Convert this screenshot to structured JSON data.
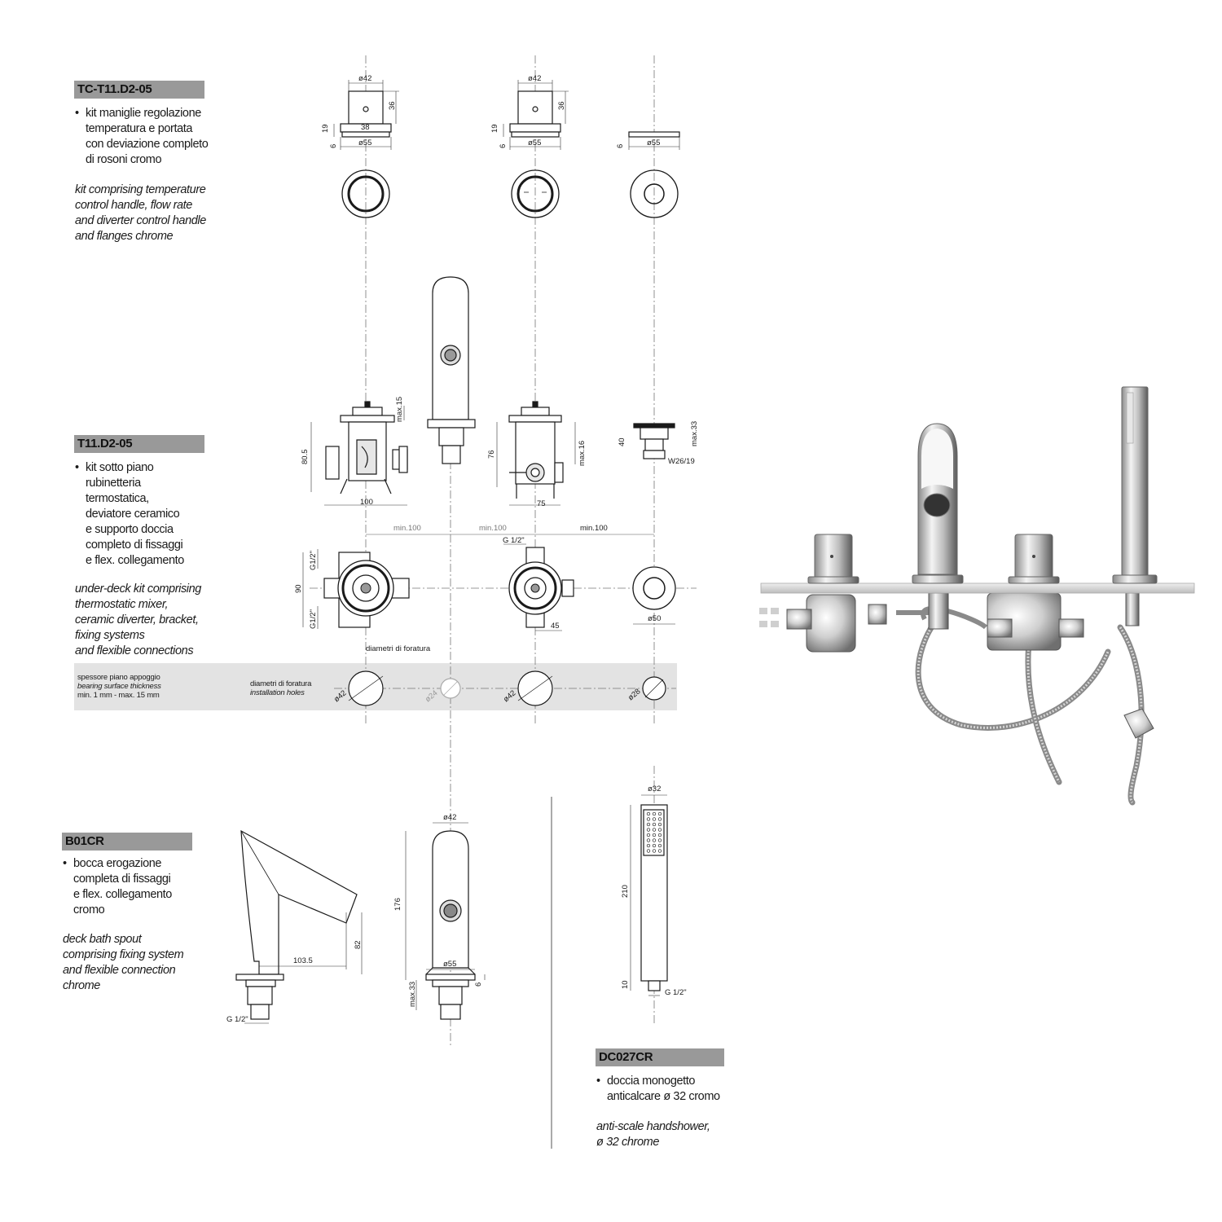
{
  "kit_handles": {
    "code": "TC-T11.D2-05",
    "it": [
      "kit maniglie regolazione",
      "temperatura e portata",
      "con deviazione completo",
      "di rosoni cromo"
    ],
    "en": [
      "kit comprising temperature",
      "control handle, flow rate",
      "and diverter control handle",
      "and flanges chrome"
    ]
  },
  "kit_underdeck": {
    "code": "T11.D2-05",
    "it": [
      "kit sotto piano",
      "rubinetteria",
      "termostatica,",
      "deviatore ceramico",
      "e supporto doccia",
      "completo di fissaggi",
      "e flex. collegamento"
    ],
    "en": [
      "under-deck kit comprising",
      "thermostatic mixer,",
      "ceramic diverter, bracket,",
      "fixing systems",
      "and flexible connections"
    ]
  },
  "spout": {
    "code": "B01CR",
    "it": [
      "bocca erogazione",
      "completa di fissaggi",
      "e flex. collegamento",
      "cromo"
    ],
    "en": [
      "deck bath spout",
      "comprising fixing system",
      "and flexible connection",
      "chrome"
    ]
  },
  "handshower": {
    "code": "DC027CR",
    "it": [
      "doccia monogetto",
      "anticalcare ø 32 cromo"
    ],
    "en": [
      "anti-scale handshower,",
      "ø 32 chrome"
    ]
  },
  "band": {
    "thickness": [
      "spessore piano appoggio",
      "bearing surface thickness",
      "min. 1 mm - max. 15 mm"
    ],
    "holes": [
      "diametri di foratura",
      "installation holes"
    ],
    "hole_labels": [
      "ø42",
      "ø24",
      "ø42",
      "ø28"
    ]
  },
  "dims": {
    "top1": [
      "ø42",
      "36",
      "19",
      "38",
      "6",
      "ø55"
    ],
    "top2": [
      "ø42",
      "36",
      "19",
      "6",
      "ø55"
    ],
    "top3": [
      "6",
      "ø55"
    ],
    "mixer": [
      "max.15",
      "80.5",
      "100"
    ],
    "diverter": [
      "76",
      "max.16",
      "75"
    ],
    "support": [
      "max.33",
      "40",
      "W26/19"
    ],
    "spacing": [
      "min.100",
      "min.100",
      "min.100"
    ],
    "plan": [
      "G 1/2\"",
      "G1/2\"",
      "90",
      "G1/2\"",
      "45",
      "ø50"
    ],
    "drill_note": "diametri di foratura",
    "spout_side": [
      "103.5",
      "82",
      "G 1/2\""
    ],
    "spout_front": [
      "ø42",
      "176",
      "ø55",
      "max.33",
      "6"
    ],
    "shower": [
      "ø32",
      "210",
      "10",
      "G 1/2\""
    ]
  }
}
